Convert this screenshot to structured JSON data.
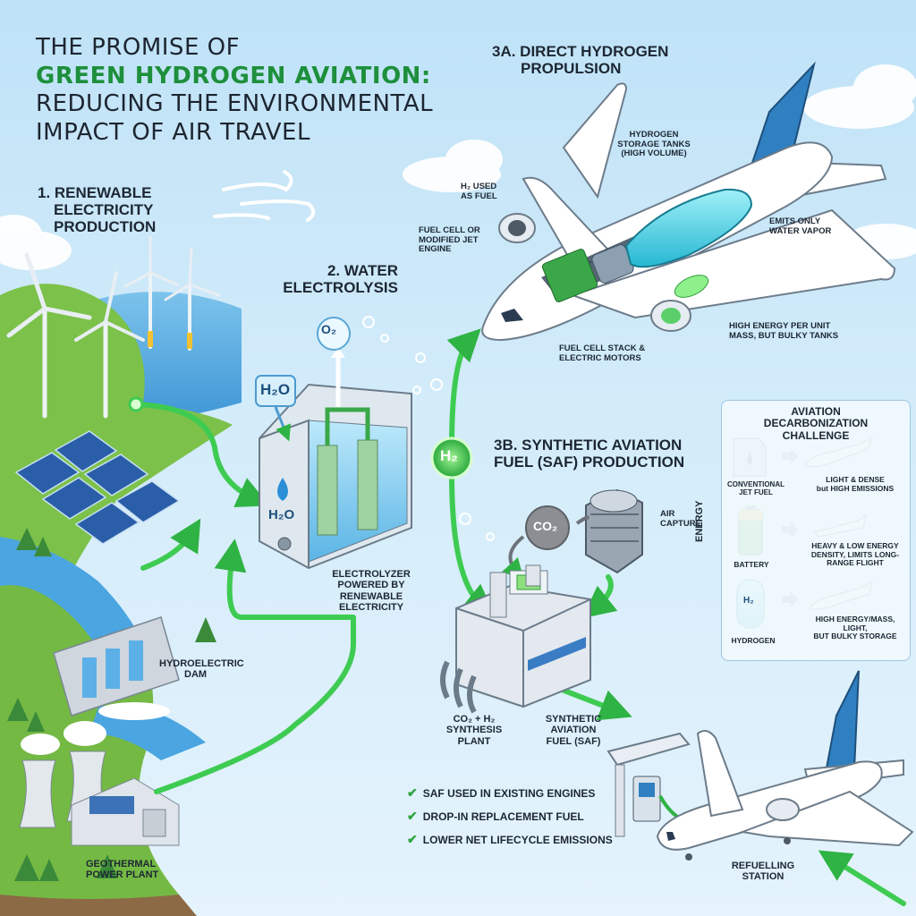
{
  "title": {
    "line1": "THE PROMISE OF",
    "line2": "GREEN HYDROGEN AVIATION:",
    "line3": "REDUCING THE ENVIRONMENTAL",
    "line4": "IMPACT OF AIR TRAVEL"
  },
  "steps": {
    "renewable": [
      "1. RENEWABLE",
      "ELECTRICITY",
      "PRODUCTION"
    ],
    "electrolysis": [
      "2. WATER",
      "ELECTROLYSIS"
    ],
    "direct": [
      "3A. DIRECT HYDROGEN",
      "PROPULSION"
    ],
    "saf": [
      "3B. SYNTHETIC AVIATION",
      "FUEL (SAF) PRODUCTION"
    ]
  },
  "chemicals": {
    "o2": "O₂",
    "h2o_top": "H₂O",
    "h2o_tank": "H₂O",
    "h2": "H₂",
    "co2": "CO₂",
    "panel_h2": "H₂"
  },
  "labels": {
    "hydro_dam": [
      "HYDROELECTRIC",
      "DAM"
    ],
    "geothermal": [
      "GEOTHERMAL",
      "POWER PLANT"
    ],
    "electrolyzer": [
      "ELECTROLYZER",
      "POWERED BY",
      "RENEWABLE",
      "ELECTRICITY"
    ],
    "h2_fuel": [
      "H₂ USED",
      "AS FUEL"
    ],
    "tanks": [
      "HYDROGEN",
      "STORAGE TANKS",
      "(HIGH VOLUME)"
    ],
    "water_vapor": [
      "EMITS ONLY",
      "WATER VAPOR"
    ],
    "fuel_cell_engine": [
      "FUEL CELL OR",
      "MODIFIED JET",
      "ENGINE"
    ],
    "energy_mass": [
      "HIGH ENERGY PER UNIT",
      "MASS, BUT BULKY TANKS"
    ],
    "stack": [
      "FUEL CELL STACK &",
      "ELECTRIC MOTORS"
    ],
    "air_capture": [
      "AIR",
      "CAPTURE"
    ],
    "synthesis": [
      "CO₂ + H₂",
      "SYNTHESIS",
      "PLANT"
    ],
    "saf_out": [
      "SYNTHETIC",
      "AVIATION",
      "FUEL (SAF)"
    ],
    "refuel": [
      "REFUELLING",
      "STATION"
    ]
  },
  "panel": {
    "title": [
      "AVIATION",
      "DECARBONIZATION",
      "CHALLENGE"
    ],
    "axis": "ENERGY",
    "rows": [
      {
        "name": "CONVENTIONAL JET FUEL",
        "desc": [
          "LIGHT & DENSE",
          "but HIGH EMISSIONS"
        ]
      },
      {
        "name": "BATTERY",
        "desc": [
          "HEAVY & LOW ENERGY",
          "DENSITY, LIMITS LONG-",
          "RANGE FLIGHT"
        ]
      },
      {
        "name": "HYDROGEN",
        "desc": [
          "HIGH ENERGY/MASS,",
          "LIGHT,",
          "BUT BULKY STORAGE"
        ]
      }
    ]
  },
  "benefits": [
    "SAF USED IN EXISTING ENGINES",
    "DROP-IN REPLACEMENT FUEL",
    "LOWER NET LIFECYCLE EMISSIONS"
  ],
  "colors": {
    "green": "#2fb344",
    "title_green": "#1e8f3c",
    "tail_blue": "#2f7fc1",
    "tank_cyan": "#46d3e6"
  }
}
